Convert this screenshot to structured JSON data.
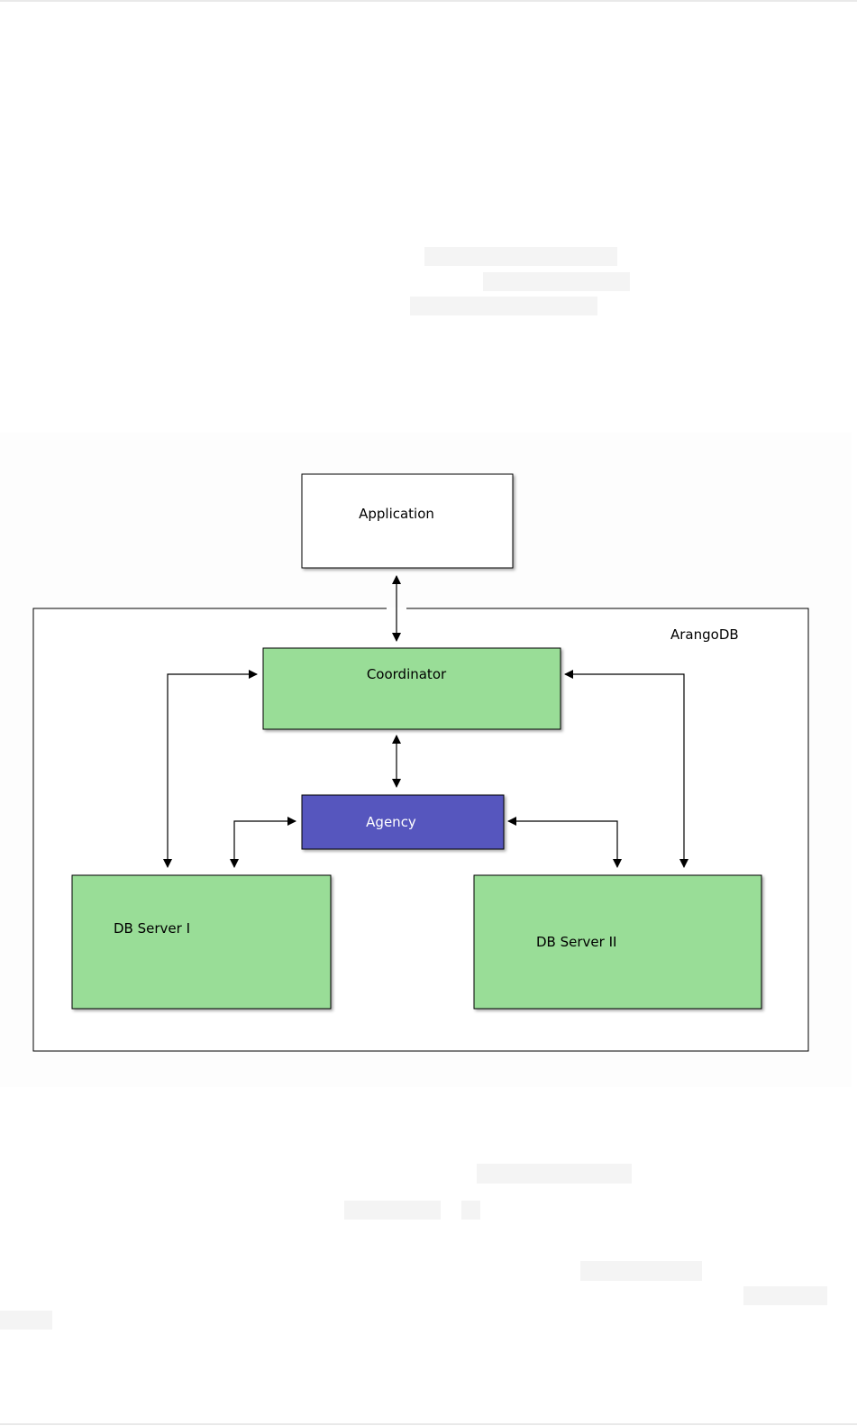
{
  "diagram": {
    "nodes": {
      "application": "Application",
      "arangodb": "ArangoDB",
      "coordinator": "Coordinator",
      "agency": "Agency",
      "db_server_1": "DB Server I",
      "db_server_2": "DB Server II"
    },
    "colors": {
      "coordinator_fill": "#99dd97",
      "db_server_fill": "#99dd97",
      "agency_fill": "#5656be",
      "application_fill": "#ffffff",
      "arangodb_fill": "#ffffff",
      "agency_text": "#ffffff",
      "stroke": "#000000"
    },
    "edges": [
      {
        "from": "application",
        "to": "coordinator",
        "bidirectional": true
      },
      {
        "from": "coordinator",
        "to": "agency",
        "bidirectional": true
      },
      {
        "from": "coordinator",
        "to": "db_server_1",
        "bidirectional": true
      },
      {
        "from": "coordinator",
        "to": "db_server_2",
        "bidirectional": true
      },
      {
        "from": "agency",
        "to": "db_server_1",
        "bidirectional": true
      },
      {
        "from": "agency",
        "to": "db_server_2",
        "bidirectional": true
      }
    ]
  }
}
